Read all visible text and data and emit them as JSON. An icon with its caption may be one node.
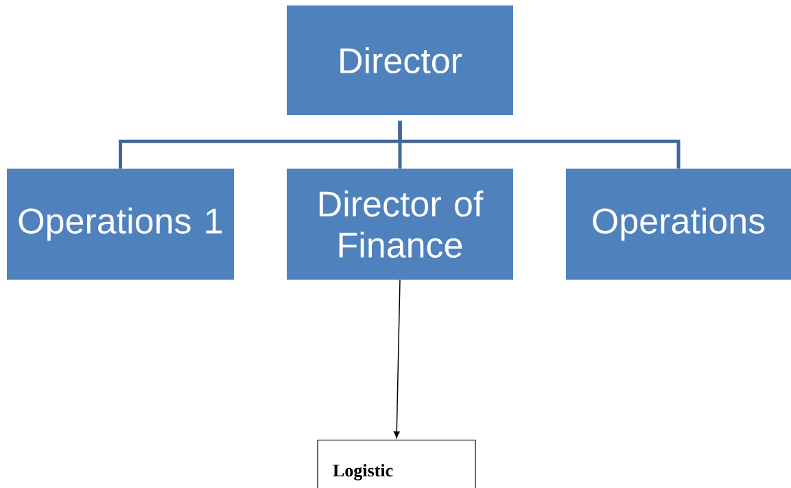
{
  "diagram": {
    "nodes": [
      {
        "text": [
          "Director"
        ]
      },
      {
        "text": [
          "Operations 1"
        ]
      },
      {
        "text": [
          "Director of Finance"
        ]
      },
      {
        "text": [
          "Operations"
        ]
      },
      {
        "text": [
          "Logistic"
        ]
      }
    ],
    "edges": [
      {
        "from": 0,
        "to": 1,
        "arrow": "none"
      },
      {
        "from": 0,
        "to": 2,
        "arrow": "none"
      },
      {
        "from": 0,
        "to": 3,
        "arrow": "none"
      },
      {
        "from": 2,
        "to": 4,
        "arrow": "to",
        "color": "#000000"
      }
    ]
  }
}
